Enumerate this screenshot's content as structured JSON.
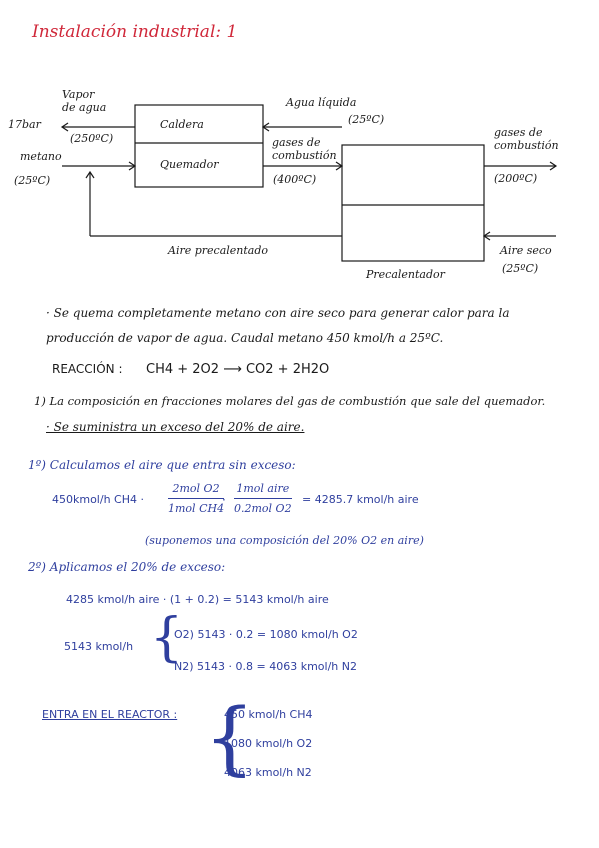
{
  "header": {
    "title": "Instalación industrial: 1"
  },
  "diagram": {
    "vapor_label": "Vapor de agua",
    "vapor_pressure": "17bar",
    "vapor_temp": "(250ºC)",
    "caldera": "Caldera",
    "quemador": "Quemador",
    "agua_label": "Agua líquida",
    "agua_temp": "(25ºC)",
    "gases_mid_label": "gases de combustión",
    "gases_mid_temp": "(400ºC)",
    "gases_out_label": "gases de combustión",
    "gases_out_temp": "(200ºC)",
    "metano_label": "metano",
    "metano_temp": "(25ºC)",
    "aire_pre": "Aire precalentado",
    "aire_seco": "Aire seco",
    "aire_seco_temp": "(25ºC)",
    "precalentador": "Precalentador"
  },
  "statement": {
    "line1": "· Se quema completamente metano con aire seco para generar calor para la",
    "line2": "producción de vapor de agua. Caudal metano 450 kmol/h a 25ºC.",
    "reaction_label": "REACCIÓN :",
    "reaction": "CH4 + 2O2 ⟶ CO2 + 2H2O",
    "q1": "1) La composición en fracciones molares del gas de combustión que sale del quemador.",
    "excess": "· Se suministra un exceso del 20% de aire."
  },
  "solution": {
    "step1_title": "1º) Calculamos el aire que entra sin exceso:",
    "s1_lhs": "450kmol/h CH4 ·",
    "s1_f1_num": "2mol O2",
    "s1_f1_den": "1mol CH4",
    "s1_dot": "·",
    "s1_f2_num": "1mol aire",
    "s1_f2_den": "0.2mol O2",
    "s1_result": "= 4285.7 kmol/h aire",
    "s1_note": "(suponemos una composición del 20% O2 en aire)",
    "step2_title": "2º) Aplicamos el 20% de exceso:",
    "s2_line1": "4285 kmol/h aire · (1 + 0.2) = 5143 kmol/h aire",
    "s2_lhs": "5143 kmol/h",
    "s2_o2": "O2) 5143 · 0.2 = 1080 kmol/h O2",
    "s2_n2": "N2) 5143 · 0.8 = 4063 kmol/h N2",
    "entra_label": "ENTRA EN EL REACTOR :",
    "entra_items": [
      "450 kmol/h CH4",
      "1080 kmol/h O2",
      "4063 kmol/h N2"
    ]
  }
}
